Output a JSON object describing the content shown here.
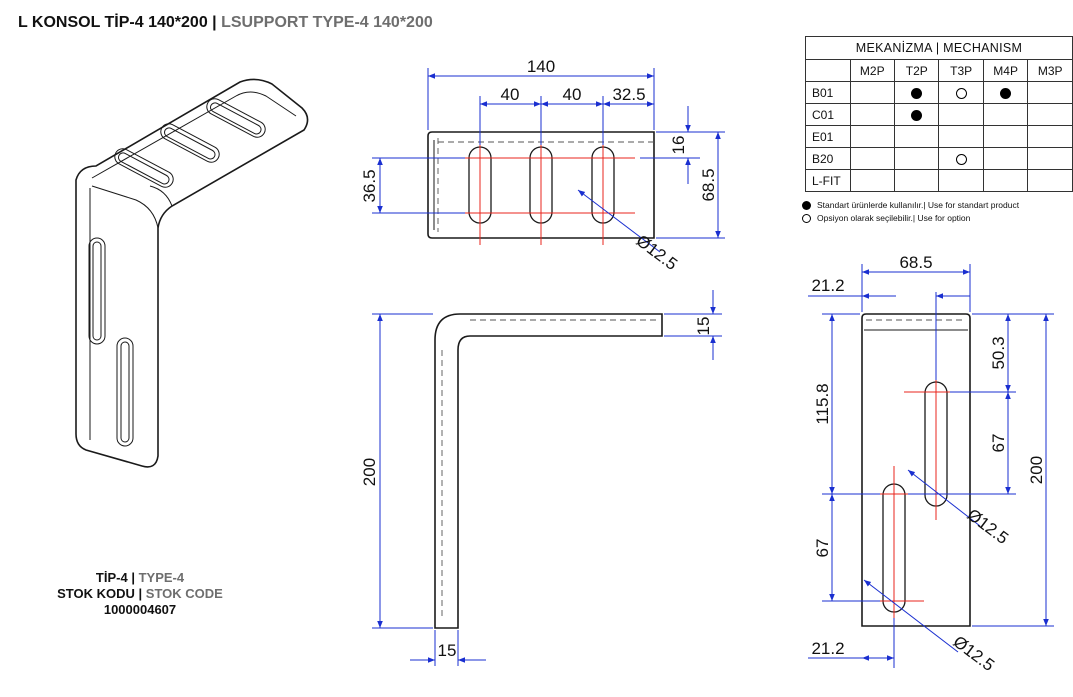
{
  "title": {
    "main": "L KONSOL TİP-4 140*200",
    "separator": "|",
    "translation": "LSUPPORT TYPE-4 140*200"
  },
  "top_view": {
    "dim_width": "140",
    "dim_spacing_1": "40",
    "dim_spacing_2": "40",
    "dim_edge": "32.5",
    "dim_top_offset": "16",
    "dim_depth": "68.5",
    "dim_slot_length": "36.5",
    "dim_hole": "Ø12.5"
  },
  "side_view": {
    "dim_height": "200",
    "dim_thickness_top": "15",
    "dim_thickness_bottom": "15"
  },
  "front_view": {
    "dim_width": "68.5",
    "dim_left_top": "21.2",
    "dim_left_bottom": "21.2",
    "dim_top_to_slot": "50.3",
    "dim_upper_span": "115.8",
    "dim_slot_spacing": "67",
    "dim_lower_span": "67",
    "dim_height": "200",
    "dim_hole_upper": "Ø12.5",
    "dim_hole_lower": "Ø12.5"
  },
  "mechanism_table": {
    "header": "MEKANİZMA | MECHANISM",
    "columns": [
      "M2P",
      "T2P",
      "T3P",
      "M4P",
      "M3P"
    ],
    "rows": [
      {
        "label": "B01",
        "cells": [
          "",
          "filled",
          "hollow",
          "filled",
          ""
        ]
      },
      {
        "label": "C01",
        "cells": [
          "",
          "filled",
          "",
          "",
          ""
        ]
      },
      {
        "label": "E01",
        "cells": [
          "",
          "",
          "",
          "",
          ""
        ]
      },
      {
        "label": "B20",
        "cells": [
          "",
          "",
          "hollow",
          "",
          ""
        ]
      },
      {
        "label": "L-FIT",
        "cells": [
          "",
          "",
          "",
          "",
          ""
        ]
      }
    ]
  },
  "legend": {
    "standard": "Standart ürünlerde kullanılır.| Use for standart product",
    "option": "Opsiyon olarak seçilebilir.| Use for option"
  },
  "stock_info": {
    "type_label": "TİP-4",
    "type_translation": "TYPE-4",
    "code_label": "STOK KODU",
    "code_translation": "STOK CODE",
    "separator": "|",
    "code_value": "1000004607"
  },
  "colors": {
    "dimension_line": "#1a2fd0",
    "center_line": "#e8241c",
    "outline": "#1a1a1a",
    "translation_text": "#6e6e6e"
  }
}
